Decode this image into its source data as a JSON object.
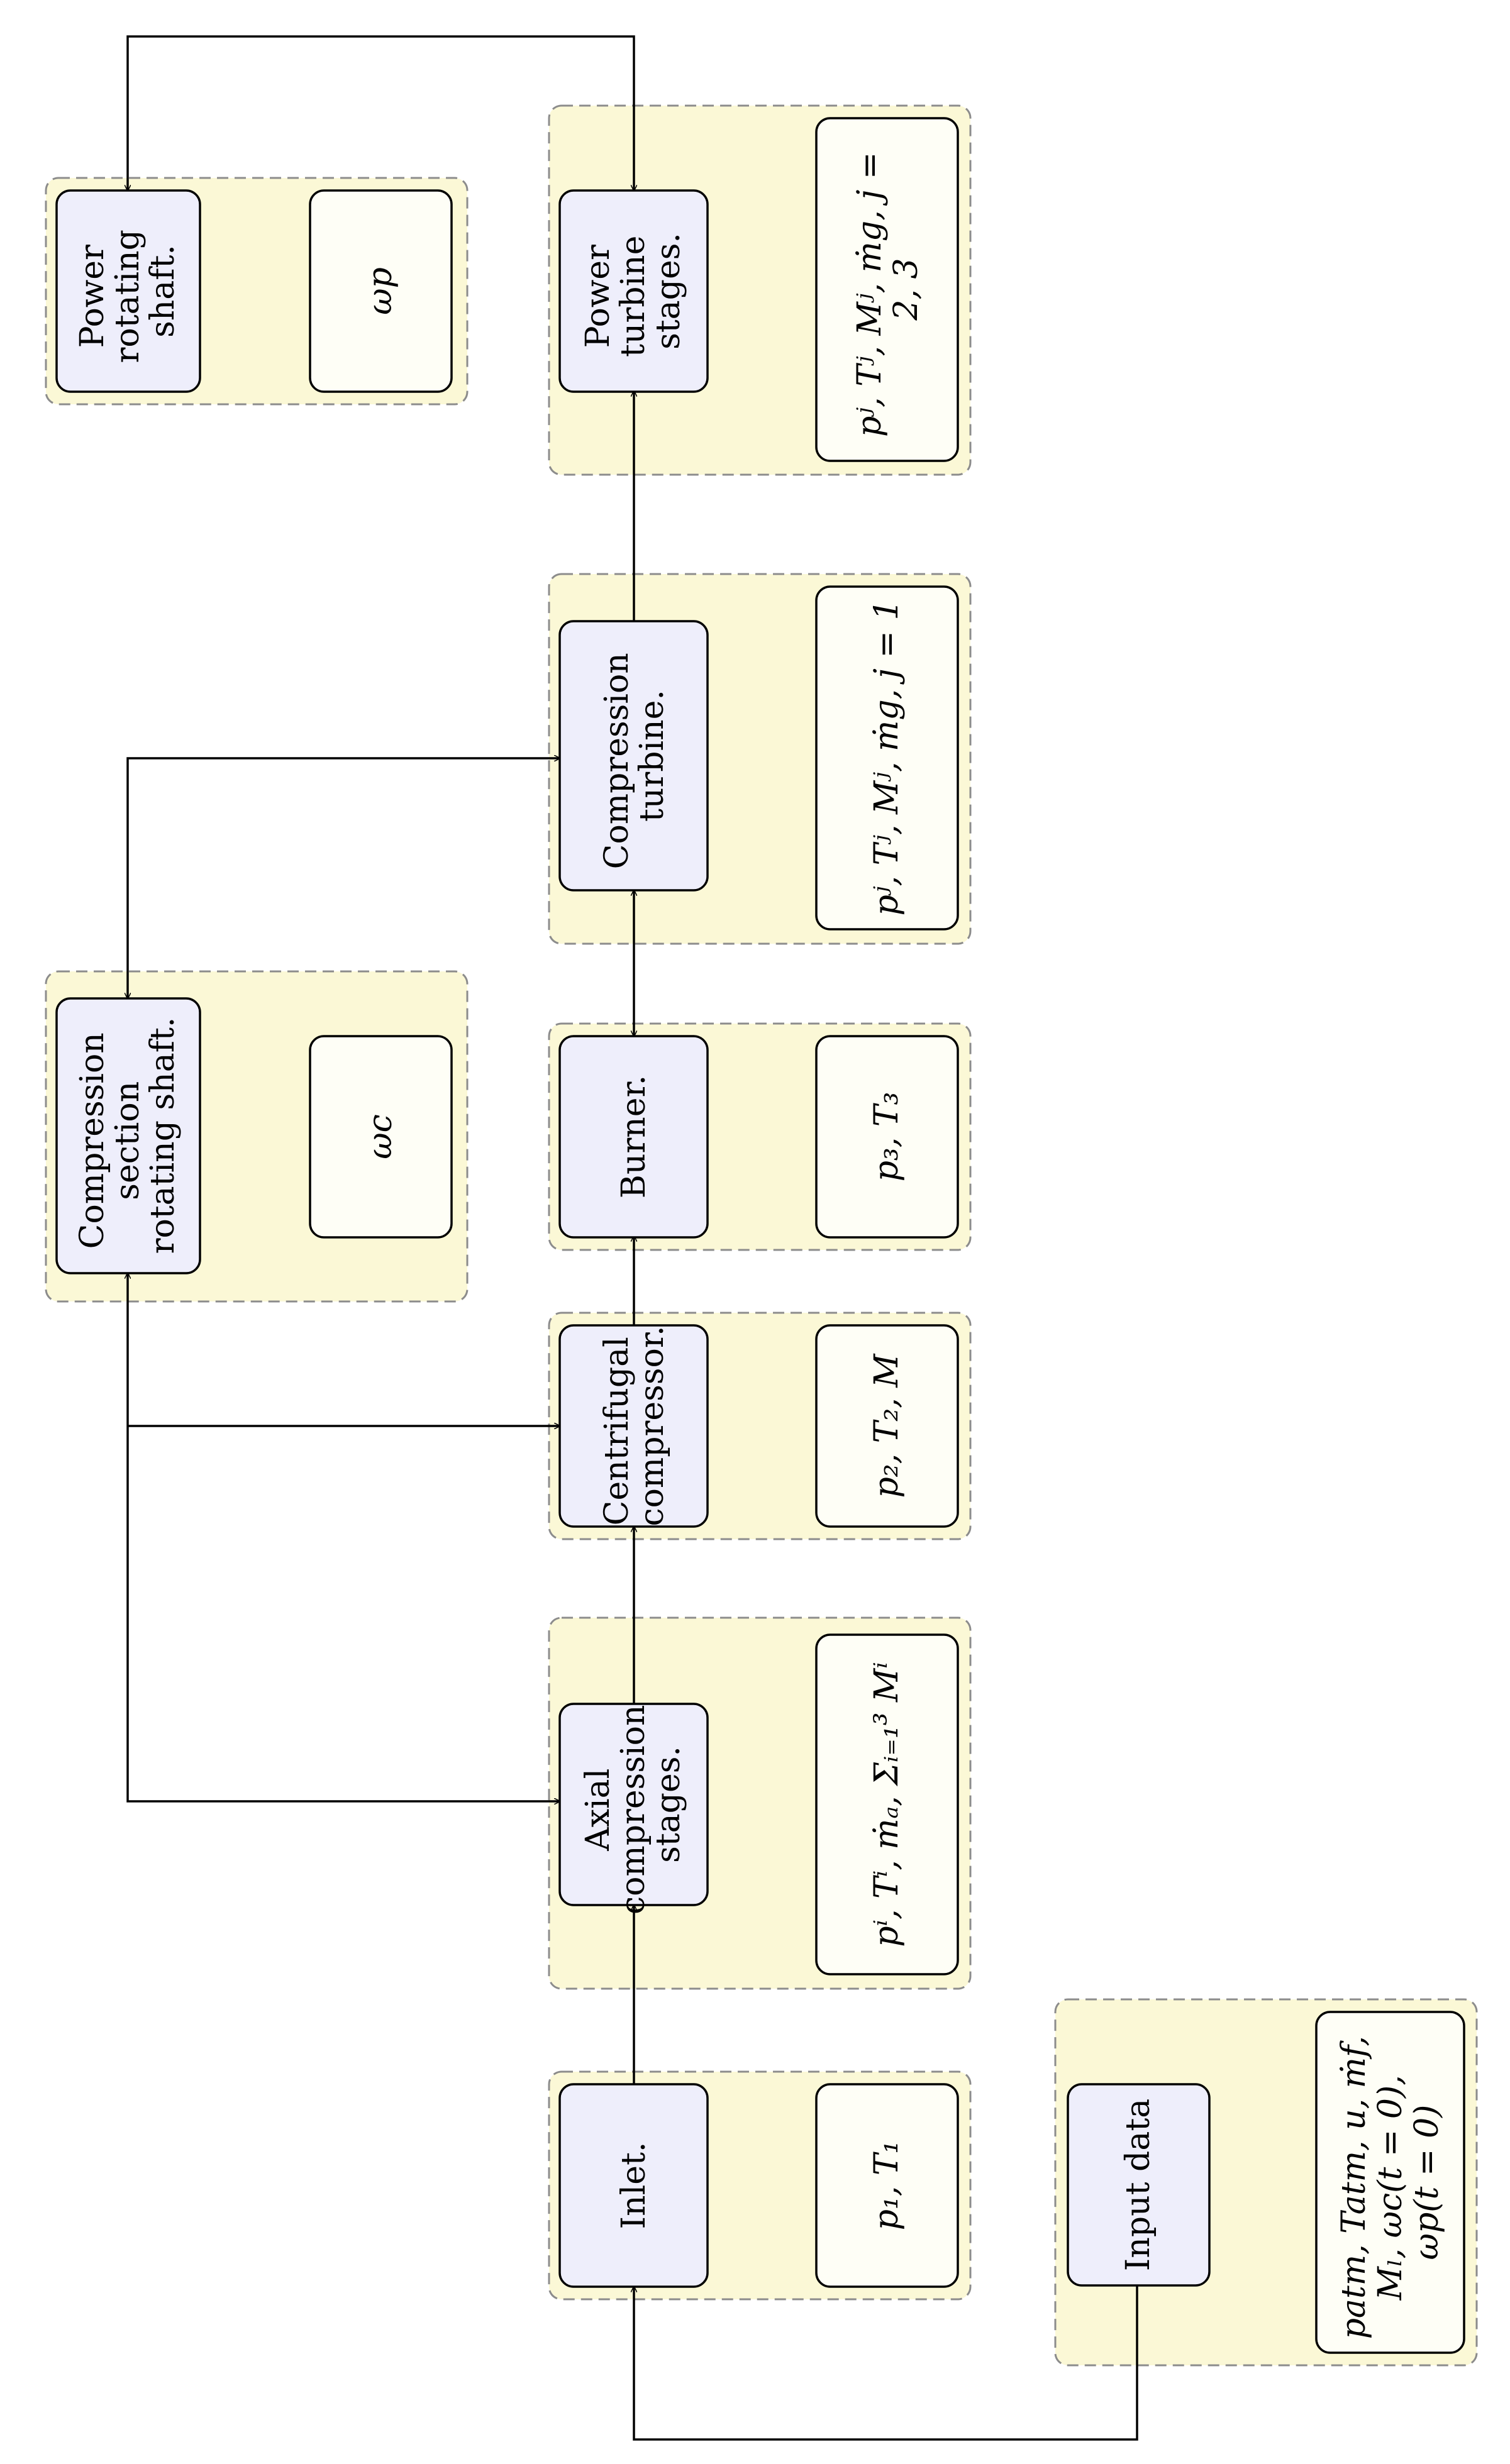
{
  "groups": [
    {
      "id": "inlet",
      "block": [
        "Inlet."
      ],
      "vars": [
        "p₁, T₁"
      ]
    },
    {
      "id": "axial",
      "block": [
        "Axial",
        "compression",
        "stages."
      ],
      "vars": [
        "pⁱ, Tⁱ, ṁₐ, Σᵢ₌₁³ Mⁱ"
      ]
    },
    {
      "id": "centrifugal",
      "block": [
        "Centrifugal",
        "compressor."
      ],
      "vars": [
        "p₂, T₂, M"
      ]
    },
    {
      "id": "burner",
      "block": [
        "Burner."
      ],
      "vars": [
        "p₃, T₃"
      ]
    },
    {
      "id": "compturbine",
      "block": [
        "Compression",
        "turbine."
      ],
      "vars": [
        "pʲ, Tʲ, Mʲ, ṁg, j = 1"
      ]
    },
    {
      "id": "powerturbine",
      "block": [
        "Power",
        "turbine",
        "stages."
      ],
      "vars": [
        "pʲ, Tʲ, Mʲ, ṁg, j =",
        "2, 3"
      ]
    },
    {
      "id": "compshaft",
      "block": [
        "Compression",
        "section",
        "rotating shaft."
      ],
      "vars": [
        "ωc"
      ]
    },
    {
      "id": "powershaft",
      "block": [
        "Power",
        "rotating",
        "shaft."
      ],
      "vars": [
        "ωp"
      ]
    },
    {
      "id": "input",
      "block": [
        "Input data"
      ],
      "vars": [
        "patm, Tatm, u, ṁf,",
        "Mₗ, ωc(t = 0),",
        "ωp(t = 0)"
      ]
    }
  ]
}
